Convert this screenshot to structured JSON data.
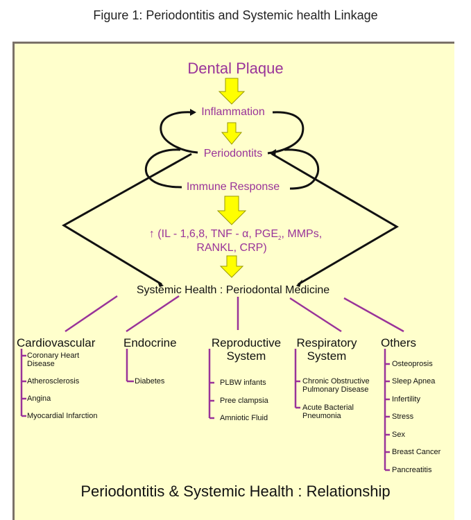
{
  "figure_title": "Figure 1: Periodontitis and Systemic health Linkage",
  "colors": {
    "background": "#ffffcc",
    "accent_text": "#993399",
    "arrow_fill": "#ffff00",
    "arrow_stroke": "#999900",
    "connector_lines": "#993399",
    "loop_lines": "#111111",
    "border": "#7a7168"
  },
  "flow": {
    "source": "Dental Plaque",
    "step1": "Inflammation",
    "step2": "Periodontits",
    "step3": "Immune Response",
    "mediators_line1_prefix": "↑ (IL - 1,6,8, TNF - α, PGE",
    "mediators_subscript": "2",
    "mediators_line1_suffix": ", MMPs,",
    "mediators_line2": "RANKL, CRP)",
    "target": "Systemic Health : Periodontal Medicine"
  },
  "categories": [
    {
      "name": "Cardiovascular",
      "items": [
        "Coronary Heart Disease",
        "Atherosclerosis",
        "Angina",
        "Myocardial Infarction"
      ]
    },
    {
      "name": "Endocrine",
      "items": [
        "Diabetes"
      ]
    },
    {
      "name": "Reproductive System",
      "name_line1": "Reproductive",
      "name_line2": "System",
      "items": [
        "PLBW infants",
        "Pree clampsia",
        "Amniotic Fluid"
      ]
    },
    {
      "name": "Respiratory System",
      "name_line1": "Respiratory",
      "name_line2": "System",
      "items": [
        "Chronic Obstructive Pulmonary Disease",
        "Acute Bacterial Pneumonia"
      ]
    },
    {
      "name": "Others",
      "items": [
        "Osteoprosis",
        "Sleep Apnea",
        "Infertility",
        "Stress",
        "Sex",
        "Breast Cancer",
        "Pancreatitis"
      ]
    }
  ],
  "labels": {
    "cv_item0_line1": "Coronary Heart",
    "cv_item0_line2": "Disease",
    "resp_item0_line1": "Chronic Obstructive",
    "resp_item0_line2": "Pulmonary Disease",
    "resp_item1_line1": "Acute Bacterial",
    "resp_item1_line2": "Pneumonia"
  },
  "caption": "Periodontitis & Systemic Health : Relationship"
}
